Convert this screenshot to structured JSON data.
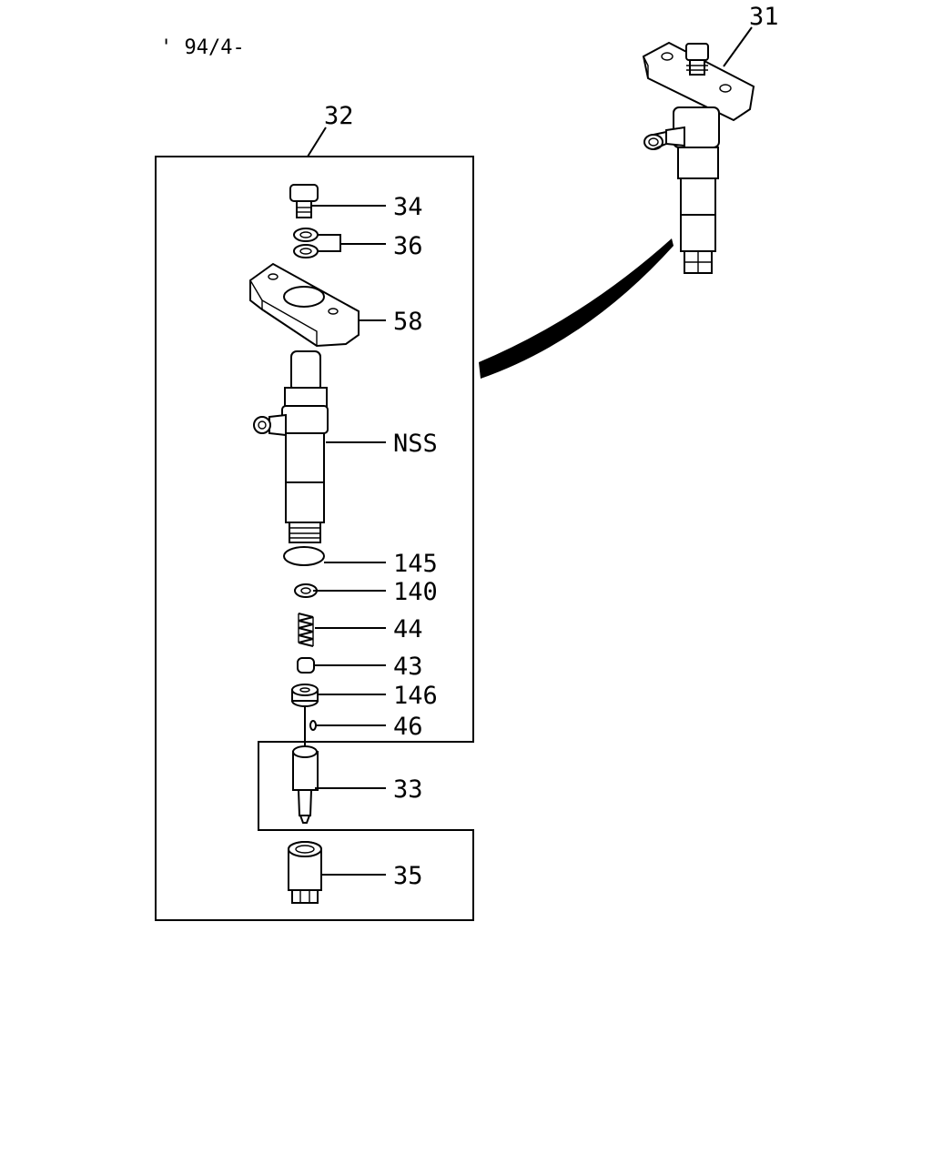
{
  "header": {
    "revision": "' 94/4-"
  },
  "callouts": {
    "assembly_installed": "31",
    "assembly_exploded": "32",
    "nozzle": "33",
    "bolt": "34",
    "retaining_nut": "35",
    "washers": "36",
    "spring_seat": "43",
    "spring": "44",
    "pin": "46",
    "bracket": "58",
    "shim": "140",
    "o_ring": "145",
    "spacer": "146",
    "holder_body": "NSS"
  }
}
